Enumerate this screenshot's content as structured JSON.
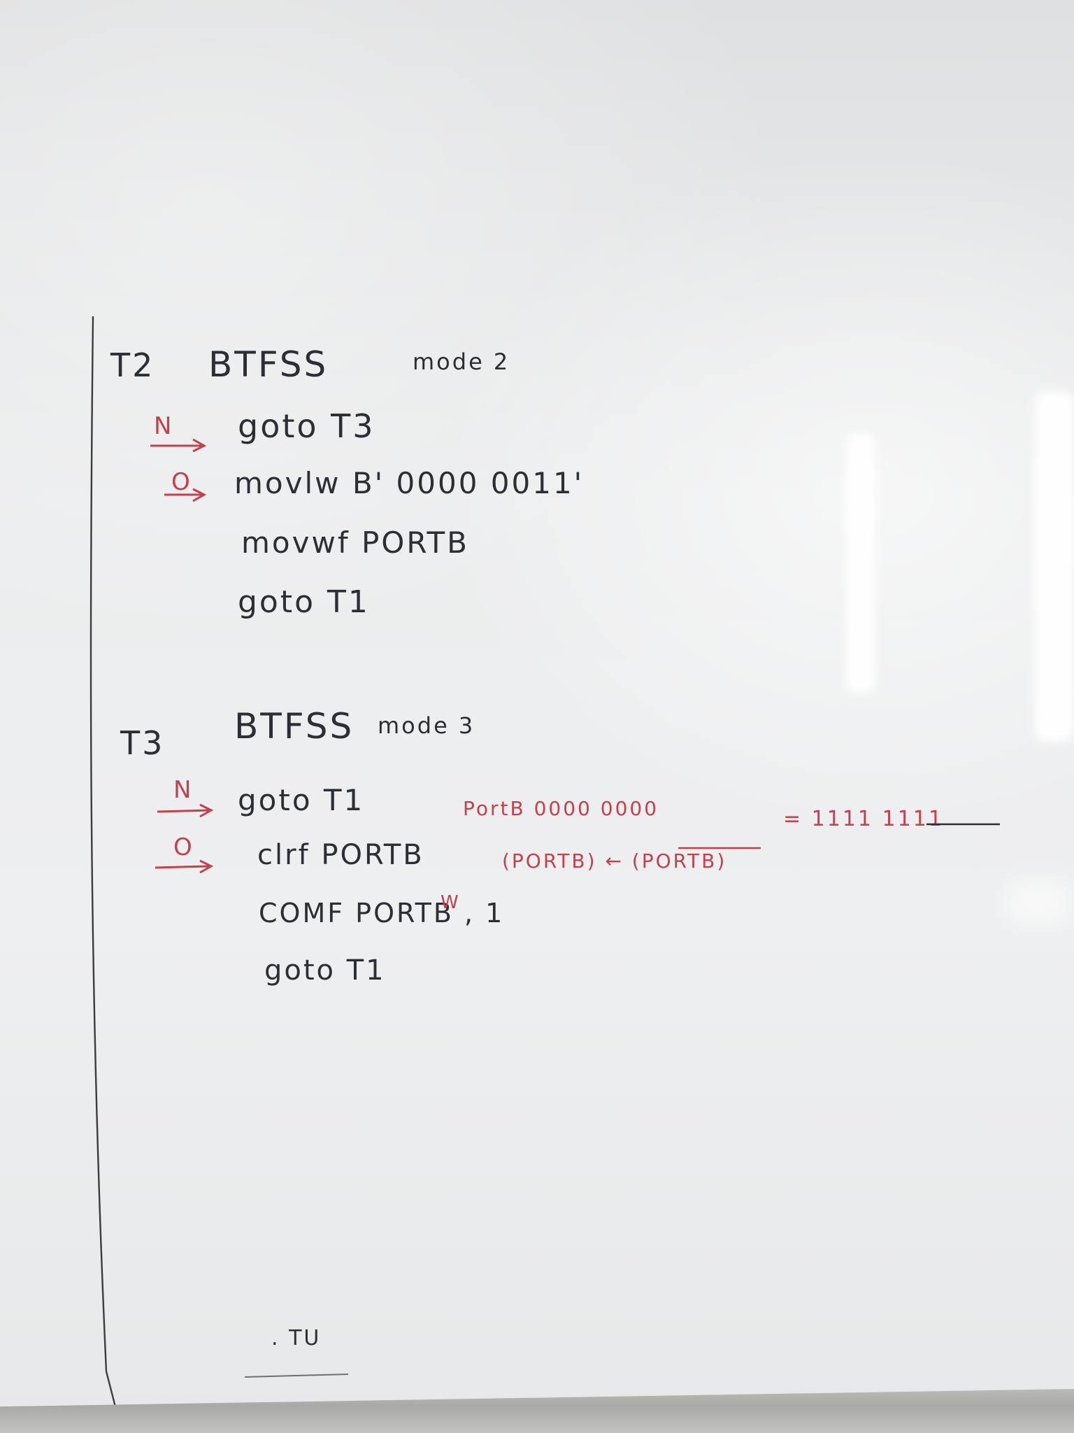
{
  "scene": {
    "surface": "whiteboard",
    "ink_colors": {
      "black": "#2b2e35",
      "red": "#c2414a"
    }
  },
  "board": {
    "t2": {
      "label": "T2",
      "instruction": "BTFSS",
      "operand": "mode 2",
      "branch_n": "N",
      "branch_o": "O",
      "lines": [
        "goto T3",
        "movlw  B' 0000  0011'",
        "movwf  PORTB",
        "goto  T1"
      ]
    },
    "t3": {
      "label": "T3",
      "instruction": "BTFSS",
      "operand": "mode 3",
      "branch_n": "N",
      "branch_o": "O",
      "lines": [
        "goto  T1",
        "clrf  PORTB",
        "COMF  PORTB , 1",
        "goto  T1"
      ]
    },
    "annotations": {
      "portb_zero": "PortB  0000   0000",
      "complement": "(PORTB) ←  (PORTB)",
      "equals_result": "=  1111  1111",
      "w_mark": "W"
    },
    "footer": ". TU"
  }
}
